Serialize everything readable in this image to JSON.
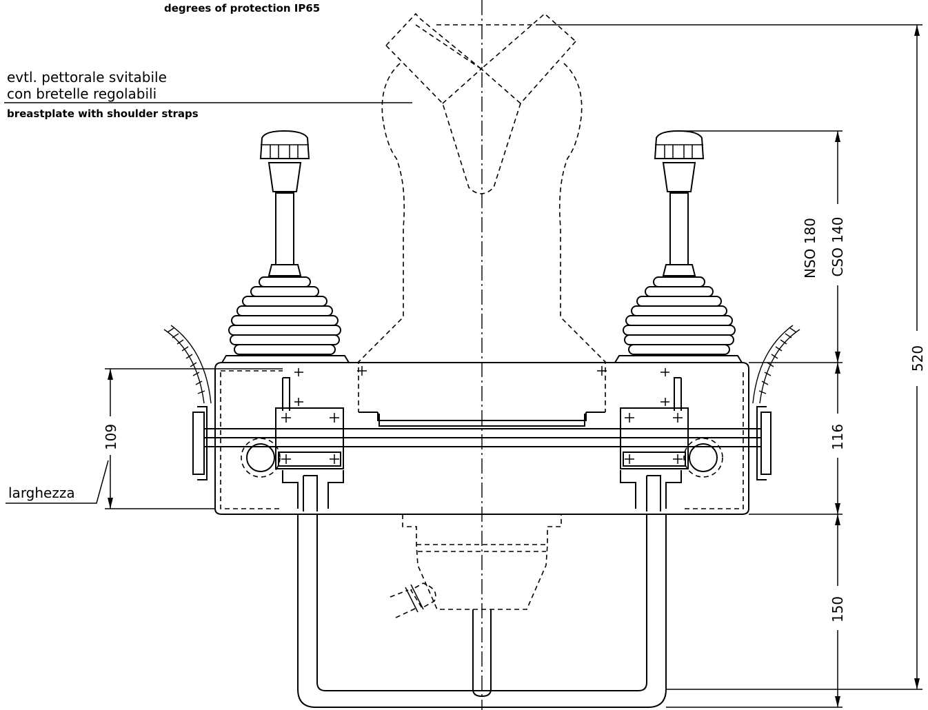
{
  "notes": {
    "protection": "degrees of protection IP65",
    "breastplate_it_line1": "evtl. pettorale svitabile",
    "breastplate_it_line2": "con bretelle regolabili",
    "breastplate_en": "breastplate with shoulder straps",
    "width_label": "larghezza"
  },
  "dimensions": {
    "total_height": "520",
    "joystick_nso": "NSO 180",
    "joystick_cso": "CSO 140",
    "box_height": "116",
    "handle_height": "150",
    "width_height": "109"
  }
}
